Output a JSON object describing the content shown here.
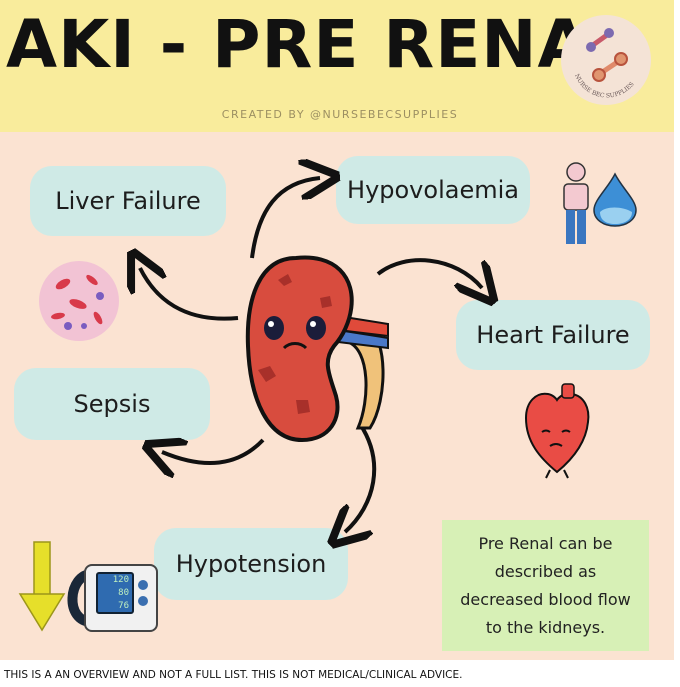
{
  "header": {
    "title": "AKI - PRE RENAL",
    "credit": "CREATED BY @NURSEBECSUPPLIES",
    "logo_text": "NURSE BEC SUPPLIES"
  },
  "causes": {
    "liver_failure": "Liver Failure",
    "hypovolaemia": "Hypovolaemia",
    "heart_failure": "Heart Failure",
    "sepsis": "Sepsis",
    "hypotension": "Hypotension"
  },
  "monitor": {
    "systolic": "120",
    "diastolic": "80",
    "pulse": "76"
  },
  "note": {
    "text": "Pre Renal can be described as decreased blood flow to the kidneys."
  },
  "footer": {
    "disclaimer": "THIS IS A AN OVERVIEW AND NOT A FULL LIST. THIS IS NOT MEDICAL/CLINICAL ADVICE."
  },
  "colors": {
    "background": "#fbe3d2",
    "header": "#f9ec9c",
    "pill": "#cfeae6",
    "note": "#d7f0b6",
    "kidney": "#d84c3e"
  }
}
